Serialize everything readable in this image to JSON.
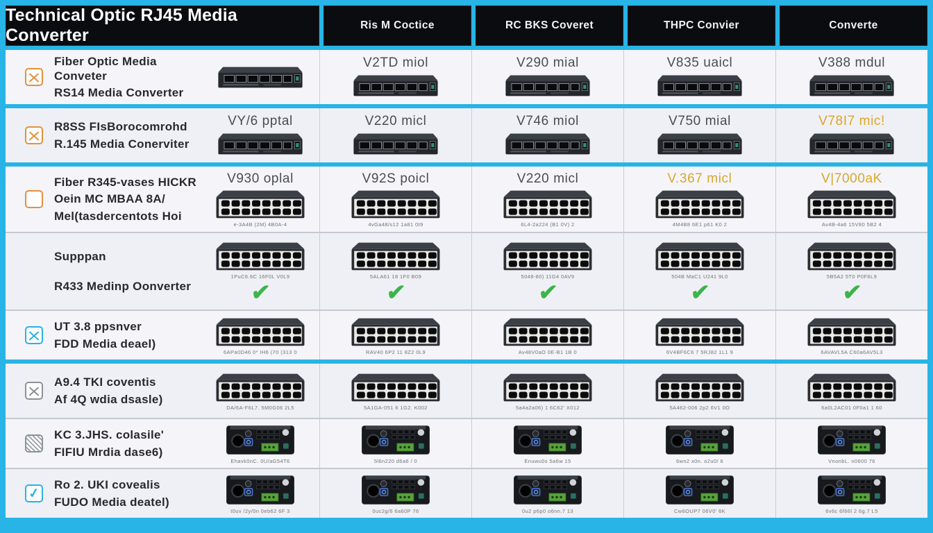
{
  "header": {
    "title": "Technical Optic RJ45 Media Converter",
    "columns": [
      "Ris M Coctice",
      "RC BKS Coveret",
      "THPC Convier",
      "Converte"
    ]
  },
  "colors": {
    "accent_cyan": "#28b4e6",
    "header_bg": "#0a0c10",
    "check_green": "#3bb54a",
    "version_yellow": "#d9a62a",
    "checkbox_orange": "#e2913f",
    "checkbox_cyan": "#29b2e4",
    "checkbox_gray": "#8d9198"
  },
  "icons": {
    "check": "✔",
    "devices": [
      "switch-5port-image",
      "switch-16port-image",
      "media-converter-image"
    ]
  },
  "rows": [
    {
      "name": "fiber-optic-media-converter",
      "size": "m",
      "divider_after": "cyan",
      "label": {
        "checkbox": "orange-x",
        "lines": [
          "Fiber Optic Media Conveter",
          "RS14 Media Converter"
        ],
        "version": null,
        "device": "switch-small",
        "caption": null,
        "check": false,
        "spread": false
      },
      "cells": [
        {
          "version": "V2TD miol",
          "yellow": false,
          "device": "switch-small",
          "caption": null,
          "check": false
        },
        {
          "version": "V290 mial",
          "yellow": false,
          "device": "switch-small",
          "caption": null,
          "check": false
        },
        {
          "version": "V835 uaicl",
          "yellow": false,
          "device": "switch-small",
          "caption": null,
          "check": false
        },
        {
          "version": "V388 mdul",
          "yellow": false,
          "device": "switch-small",
          "caption": null,
          "check": false
        }
      ]
    },
    {
      "name": "r8ss-fisborocomrohd",
      "size": "m",
      "divider_after": "cyan",
      "label": {
        "checkbox": "orange-x",
        "lines": [
          "R8SS FIsBorocomrohd",
          "R.145 Media Conerviter"
        ],
        "version": "VY/6 pptal",
        "device": "switch-small",
        "caption": null,
        "check": false,
        "spread": false
      },
      "cells": [
        {
          "version": "V220 micl",
          "yellow": false,
          "device": "switch-small",
          "caption": null,
          "check": false
        },
        {
          "version": "V746 miol",
          "yellow": false,
          "device": "switch-small",
          "caption": null,
          "check": false
        },
        {
          "version": "V750 mial",
          "yellow": false,
          "device": "switch-small",
          "caption": null,
          "check": false
        },
        {
          "version": "V78I7 mic!",
          "yellow": true,
          "device": "switch-small",
          "caption": null,
          "check": false
        }
      ]
    },
    {
      "name": "fiber-r345-vases-hickr",
      "size": "l",
      "divider_after": "thin",
      "label": {
        "checkbox": "orange-empty",
        "lines": [
          "Fiber R345-vases HICKR",
          "Oein MC MBAA 8A/",
          "Mel(tasdercentots Hoi"
        ],
        "version": "V930 oplal",
        "device": "switch-16",
        "caption": "e-3A4B (2M) 4B0A-4",
        "check": false,
        "spread": false
      },
      "cells": [
        {
          "version": "V92S poicl",
          "yellow": false,
          "device": "switch-16",
          "caption": "4vGa48/s12 1a81 0t9",
          "check": false
        },
        {
          "version": "V220 micl",
          "yellow": false,
          "device": "switch-16",
          "caption": "6L4-2a224 (B1 0V) 2",
          "check": false
        },
        {
          "version": "V.367 micl",
          "yellow": true,
          "device": "switch-16",
          "caption": "4M4B8 6E1 p61 K0 2",
          "check": false
        },
        {
          "version": "V|7000aK",
          "yellow": true,
          "device": "switch-16",
          "caption": "Av4B-4a6 15V80 5B2 4",
          "check": false
        }
      ]
    },
    {
      "name": "suppan-r433-medinp-converter",
      "size": "xl",
      "divider_after": "thin",
      "label": {
        "checkbox": "none",
        "lines": [
          "Supppan",
          "R433 Medinp Oonverter"
        ],
        "version": null,
        "device": "switch-16",
        "caption": "1PuC6.6C 16F0L V0L9",
        "check": true,
        "spread": true
      },
      "cells": [
        {
          "version": null,
          "yellow": false,
          "device": "switch-16",
          "caption": "5ALA61 18 1F0 B09",
          "check": true
        },
        {
          "version": null,
          "yellow": false,
          "device": "switch-16",
          "caption": "5048-80) 11G4 0AV9",
          "check": true
        },
        {
          "version": null,
          "yellow": false,
          "device": "switch-16",
          "caption": "504B MaC1 U241 9L0",
          "check": true
        },
        {
          "version": null,
          "yellow": false,
          "device": "switch-16",
          "caption": "5B5A2 5T0 P0F6L9",
          "check": true
        }
      ]
    },
    {
      "name": "ut-38-ppsnver",
      "size": "s",
      "divider_after": "cyan",
      "label": {
        "checkbox": "cyan-x",
        "lines": [
          "UT 3.8 ppsnver",
          "FDD Media deael)"
        ],
        "version": null,
        "device": "switch-16",
        "caption": "6APa0D46 0* IH6 (70 (313 0",
        "check": false,
        "spread": false
      },
      "cells": [
        {
          "version": null,
          "yellow": false,
          "device": "switch-16",
          "caption": "RAV40 6P2 11 8Z2 0L9",
          "check": false
        },
        {
          "version": null,
          "yellow": false,
          "device": "switch-16",
          "caption": "Av48V0aO 0E-B1 1B 0",
          "check": false
        },
        {
          "version": null,
          "yellow": false,
          "device": "switch-16",
          "caption": "6V4BF6C6 7 5RJ82 1L1 9",
          "check": false
        },
        {
          "version": null,
          "yellow": false,
          "device": "switch-16",
          "caption": "6AVAVL5A C60a6AV5L3",
          "check": false
        }
      ]
    },
    {
      "name": "a94-tki-coventis",
      "size": "m",
      "divider_after": "thin",
      "label": {
        "checkbox": "gray-x",
        "lines": [
          "A9.4 TKI coventis",
          "Af 4Q wdia dsasle)"
        ],
        "version": null,
        "device": "switch-16",
        "caption": "DA/6A-F6L7. 5M0G06 2L5",
        "check": false,
        "spread": false
      },
      "cells": [
        {
          "version": null,
          "yellow": false,
          "device": "switch-16",
          "caption": "5A1GA-051 6 1G2. K002",
          "check": false
        },
        {
          "version": null,
          "yellow": false,
          "device": "switch-16",
          "caption": "5a4a2a06) 1 6C62' X012",
          "check": false
        },
        {
          "version": null,
          "yellow": false,
          "device": "switch-16",
          "caption": "5A462-006 2p2 6V1 0O",
          "check": false
        },
        {
          "version": null,
          "yellow": false,
          "device": "switch-16",
          "caption": "6a0L2AC01 0F0a1 1 60",
          "check": false
        }
      ]
    },
    {
      "name": "kc-3jhs-colasile",
      "size": "s",
      "divider_after": "thin",
      "label": {
        "checkbox": "gray-hatch",
        "lines": [
          "KC 3.JHS. colasile'",
          "FIFIU Mrdia dase6)"
        ],
        "version": null,
        "device": "media-converter",
        "caption": "Ehavk0nC. 0U/aG54T6",
        "check": false,
        "spread": false
      },
      "cells": [
        {
          "version": null,
          "yellow": false,
          "device": "media-converter",
          "caption": "5l6n220 d6a6 / 0",
          "check": false
        },
        {
          "version": null,
          "yellow": false,
          "device": "media-converter",
          "caption": "Enuwu0s 5a6w 15",
          "check": false
        },
        {
          "version": null,
          "yellow": false,
          "device": "media-converter",
          "caption": "6wn2 x0n. o2u0/ 6",
          "check": false
        },
        {
          "version": null,
          "yellow": false,
          "device": "media-converter",
          "caption": "VnonbL. n0600 76",
          "check": false
        }
      ]
    },
    {
      "name": "ro2-uki-covealis",
      "size": "s",
      "divider_after": null,
      "label": {
        "checkbox": "cyan-mark",
        "lines": [
          "Ro 2. UKI covealis",
          "FUDO Media deatel)"
        ],
        "version": null,
        "device": "media-converter",
        "caption": "t0uv /2y/0n 0eb62 6F 3",
        "check": false,
        "spread": false
      },
      "cells": [
        {
          "version": null,
          "yellow": false,
          "device": "media-converter",
          "caption": "0uc2g/6 6a60P 76",
          "check": false
        },
        {
          "version": null,
          "yellow": false,
          "device": "media-converter",
          "caption": "0u2 p6p0 o6nn.7 13",
          "check": false
        },
        {
          "version": null,
          "yellow": false,
          "device": "media-converter",
          "caption": "Cw6OUP7 06V0' 6K",
          "check": false
        },
        {
          "version": null,
          "yellow": false,
          "device": "media-converter",
          "caption": "6v6c 6f66l 2 6g.7 L5",
          "check": false
        }
      ]
    }
  ]
}
